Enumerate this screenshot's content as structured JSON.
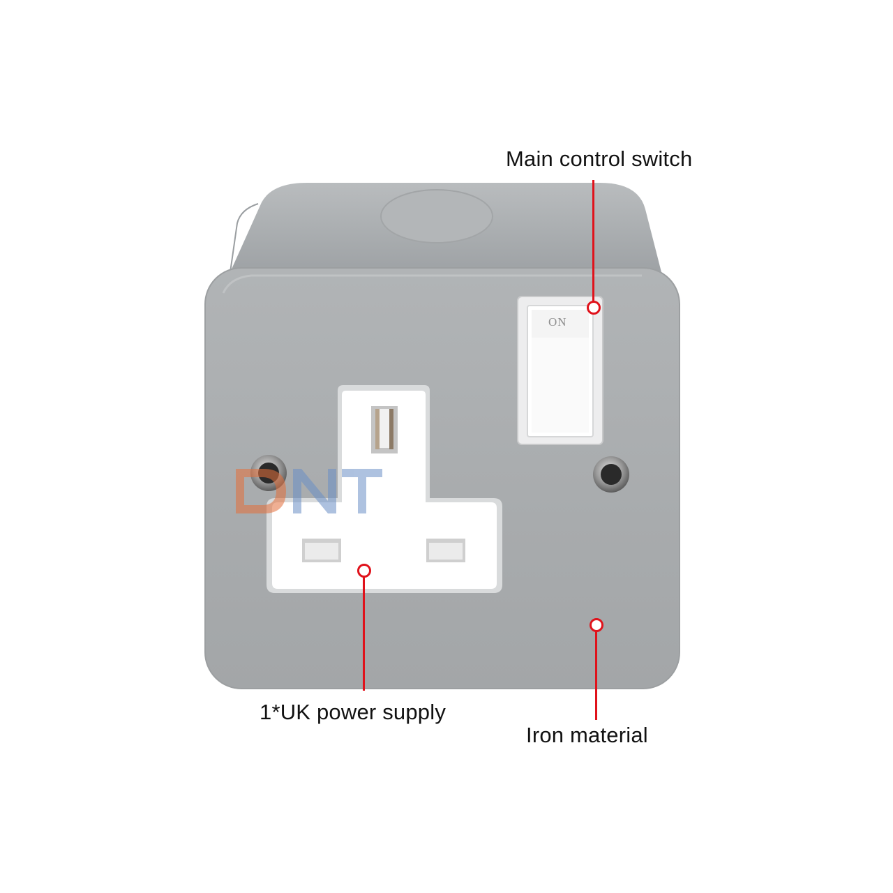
{
  "product": {
    "switch_marking": "ON",
    "watermark_logo": "DNT"
  },
  "callouts": {
    "main_switch": "Main control switch",
    "uk_socket": "1*UK power supply",
    "material": "Iron material"
  },
  "colors": {
    "background": "#ffffff",
    "accent_red": "#e0121b",
    "metal_gray": "#a9acae",
    "socket_white": "#ffffff",
    "watermark_orange": "#e8a07e"
  }
}
